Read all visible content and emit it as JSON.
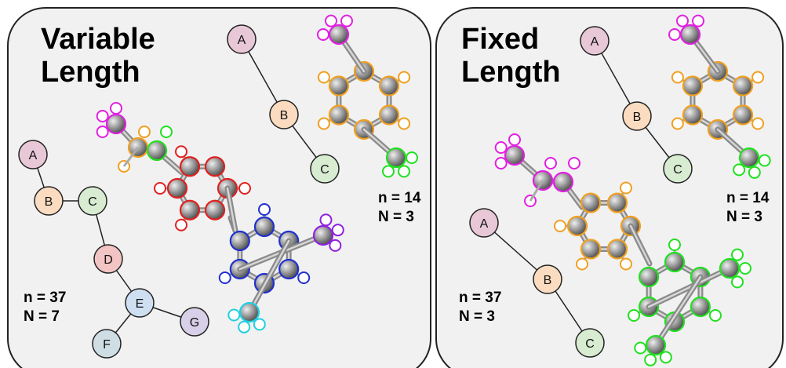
{
  "panels": [
    {
      "id": "variable",
      "title_line1": "Variable",
      "title_line2": "Length",
      "small_graph": {
        "nodes": [
          "A",
          "B",
          "C"
        ],
        "n": "n = 14",
        "N": "N = 3"
      },
      "big_graph": {
        "nodes": [
          "A",
          "B",
          "C",
          "D",
          "E",
          "F",
          "G"
        ],
        "n": "n = 37",
        "N": "N = 7"
      }
    },
    {
      "id": "fixed",
      "title_line1": "Fixed",
      "title_line2": "Length",
      "small_graph": {
        "nodes": [
          "A",
          "B",
          "C"
        ],
        "n": "n = 14",
        "N": "N = 3"
      },
      "big_graph": {
        "nodes": [
          "A",
          "B",
          "C"
        ],
        "n": "n = 37",
        "N": "N = 3"
      }
    }
  ],
  "node_colors": {
    "A": "#e8c8d6",
    "B": "#fbdcc0",
    "C": "#d8ecd2",
    "D": "#f2c4c4",
    "E": "#cfdff2",
    "F": "#cfdde4",
    "G": "#d8d0e8"
  },
  "segment_colors": {
    "magenta": "#e020e0",
    "orange": "#f0a020",
    "green": "#20e020",
    "red": "#e02020",
    "blue": "#2030d0",
    "purple": "#9020e0",
    "cyan": "#20d0e0"
  },
  "panel_background": "#f1f1f1",
  "atom_color": "#9a9a9a"
}
